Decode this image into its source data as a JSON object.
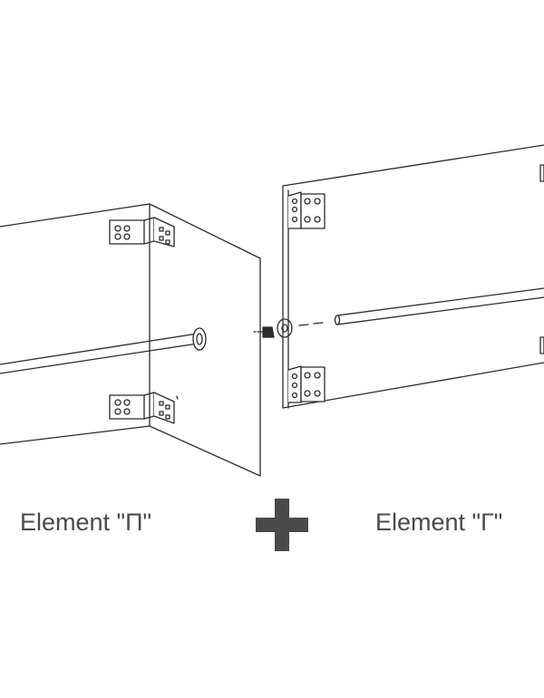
{
  "labels": {
    "left": "Element \"П\"",
    "right": "Element \"Г\""
  },
  "symbols": {
    "join": "plus-sign"
  },
  "colors": {
    "line": "#2b2b2b",
    "label": "#4a4a4a",
    "background": "#ffffff"
  }
}
